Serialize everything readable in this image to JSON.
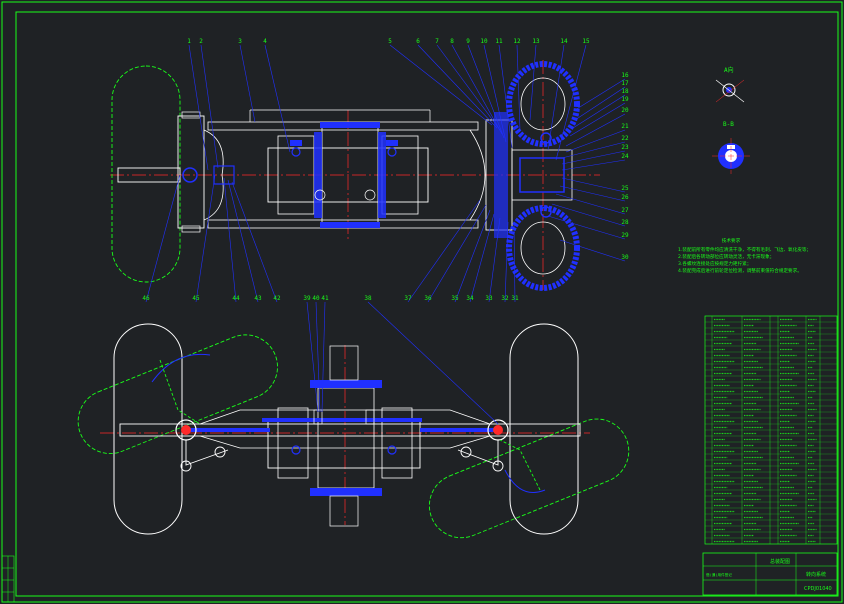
{
  "colors": {
    "background": "#1f2225",
    "frame": "#19ff19",
    "outline": "#ffffff",
    "part": "#2030ff",
    "centerline": "#ff2a2a",
    "phantom": "#19ff19"
  },
  "top_view_labels": [
    "1",
    "2",
    "3",
    "4",
    "5",
    "6",
    "7",
    "8",
    "9",
    "10",
    "11",
    "12",
    "13",
    "14",
    "15"
  ],
  "right_labels": [
    "16",
    "17",
    "18",
    "19",
    "20",
    "21",
    "22",
    "23",
    "24",
    "25",
    "26",
    "27",
    "28",
    "29",
    "30"
  ],
  "bottom_labels_top_view": [
    "46",
    "45",
    "44",
    "43",
    "42",
    "37",
    "36",
    "35",
    "34",
    "33",
    "32",
    "31"
  ],
  "front_view_labels": [
    "39",
    "40",
    "41",
    "38"
  ],
  "section_a_title": "A向",
  "section_b_title": "B-B",
  "notes": {
    "title": "技术要求",
    "lines": [
      "1.装配前所有零件均应清洗干净，不得有毛刺、飞边、氧化皮等；",
      "2.装配后各转动部位应转动灵活，无卡滞现象；",
      "3.各螺纹连接处应按规定力矩拧紧；",
      "4.装配完成后进行前轮定位检测，调整前束值符合规定要求。"
    ]
  },
  "title_block": {
    "name": "转向系统",
    "drawing_no": "CPDJ01040",
    "label_left": "总装配图",
    "side_label": "借(通)用件登记"
  }
}
